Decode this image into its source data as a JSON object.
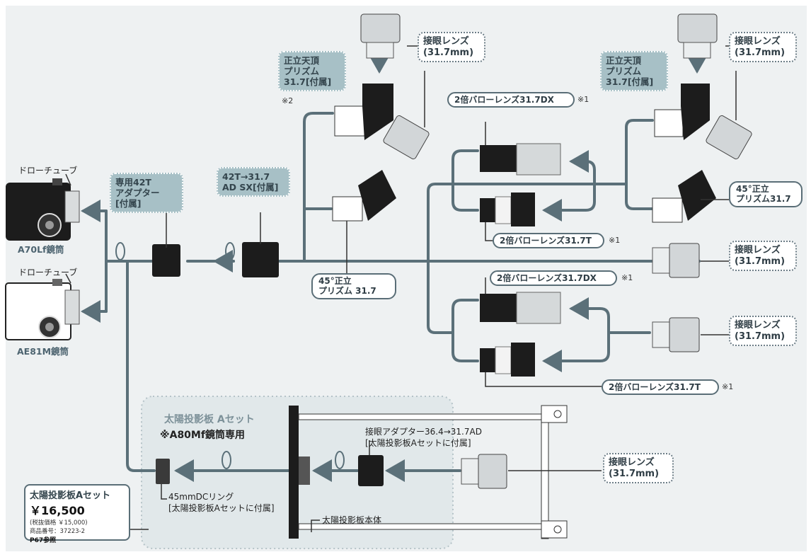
{
  "colors": {
    "background": "#eef1f2",
    "line": "#5b7079",
    "teal_box": "#a7c0c6",
    "solar_panel_bg": "#e1e8ea",
    "dark_part": "#1c1c1c"
  },
  "scopes": {
    "draw_tube_a": "ドローチューブ",
    "a70_name": "A70Lf鏡筒",
    "draw_tube_b": "ドローチューブ",
    "ae81_name": "AE81M鏡筒"
  },
  "adapters": {
    "dedicated_42t": "専用42T\nアダプター\n[付属]",
    "ad_sx": "42T→31.7\nAD SX[付属]"
  },
  "prisms": {
    "zenith_left": "正立天頂\nプリズム\n31.7[付属]",
    "zenith_left_note": "※2",
    "erect45_left": "45°正立\nプリズム 31.7",
    "zenith_right": "正立天頂\nプリズム\n31.7[付属]",
    "erect45_right": "45°正立\nプリズム31.7"
  },
  "eyepieces": {
    "ep1": "接眼レンズ\n(31.7mm)",
    "ep2": "接眼レンズ\n(31.7mm)",
    "ep3": "接眼レンズ\n(31.7mm)",
    "ep4": "接眼レンズ\n(31.7mm)",
    "ep5": "接眼レンズ\n(31.7mm)"
  },
  "barlows": {
    "dx_top": "2倍バローレンズ31.7DX",
    "dx_top_note": "※1",
    "t_top": "2倍バローレンズ31.7T",
    "t_top_note": "※1",
    "dx_bottom": "2倍バローレンズ31.7DX",
    "dx_bottom_note": "※1",
    "t_bottom": "2倍バローレンズ31.7T",
    "t_bottom_note": "※1"
  },
  "solar": {
    "set_title": "太陽投影板 Aセット",
    "set_subtitle": "※A80Mf鏡筒専用",
    "ep_adapter": "接眼アダプター36.4→31.7AD\n[太陽投影板Aセットに付属]",
    "dc_ring": "45mmDCリング\n[太陽投影板Aセットに付属]",
    "panel_body": "太陽投影板本体"
  },
  "price_box": {
    "title": "太陽投影板Aセット",
    "price": "￥16,500",
    "tax_note": "(税抜価格 ￥15,000)",
    "product_no": "商品番号：37223-2",
    "page_ref": "P67参照"
  }
}
